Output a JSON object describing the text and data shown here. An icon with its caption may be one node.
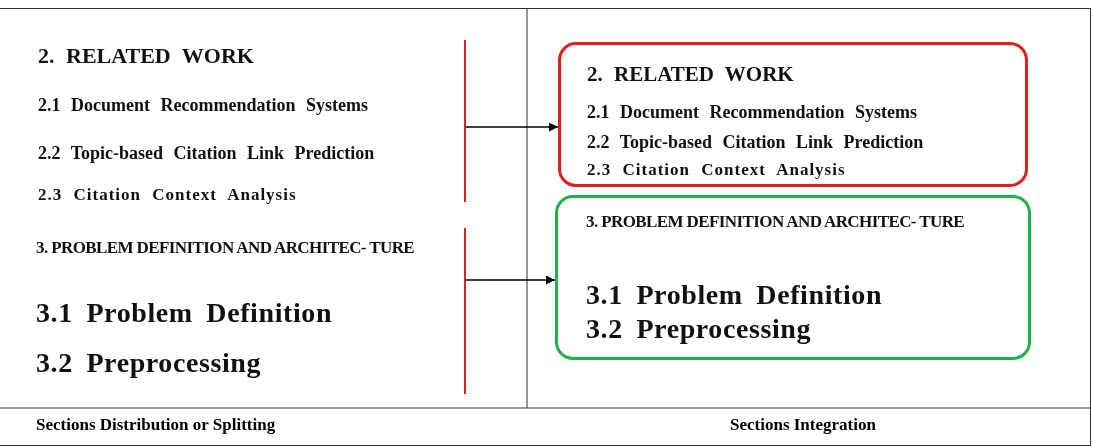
{
  "diagram": {
    "nodes": [
      {
        "text": [
          "2. RELATED WORK",
          "2.1 Document Recommendation Systems",
          "2.2 Topic-based Citation Link Prediction",
          "2.3 Citation Context Analysis"
        ]
      },
      {
        "text": [
          "3. PROBLEM DEFINITION AND ARCHITEC- TURE",
          "3.1 Problem Definition",
          "3.2 Preprocessing"
        ]
      },
      {
        "text": [
          "2. RELATED WORK",
          "2.1 Document Recommendation Systems",
          "2.2 Topic-based Citation Link Prediction",
          "2.3 Citation Context Analysis"
        ]
      },
      {
        "text": [
          "3. PROBLEM DEFINITION AND ARCHITEC- TURE",
          "3.1 Problem Definition",
          "3.2 Preprocessing"
        ]
      }
    ],
    "edges": [
      {
        "from": 0,
        "to": 2,
        "arrow": "to"
      },
      {
        "from": 1,
        "to": 3,
        "arrow": "to"
      }
    ],
    "labels": [
      "Sections Distribution or Splitting",
      "Sections Integration"
    ]
  }
}
